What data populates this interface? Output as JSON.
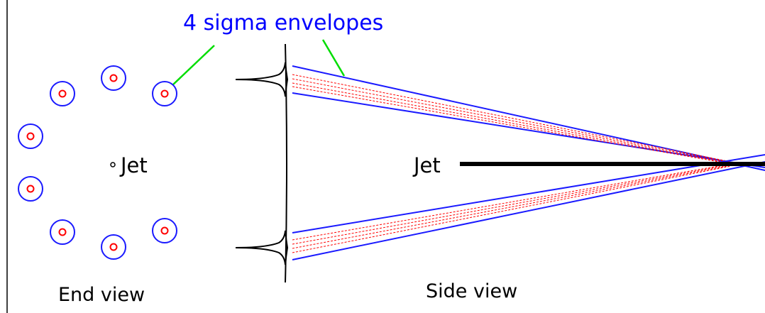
{
  "annotation": {
    "text": "4 sigma envelopes",
    "color": "#0000ff",
    "leader_color": "#00dd00"
  },
  "end_view": {
    "caption": "End view",
    "center_label": "Jet",
    "ring_color": "#1a1aff",
    "core_color": "#ff0000"
  },
  "side_view": {
    "caption": "Side view",
    "beam_label": "Jet",
    "envelope_color": "#1a1aff",
    "core_color": "#ff0000",
    "beam_color": "#000000"
  }
}
